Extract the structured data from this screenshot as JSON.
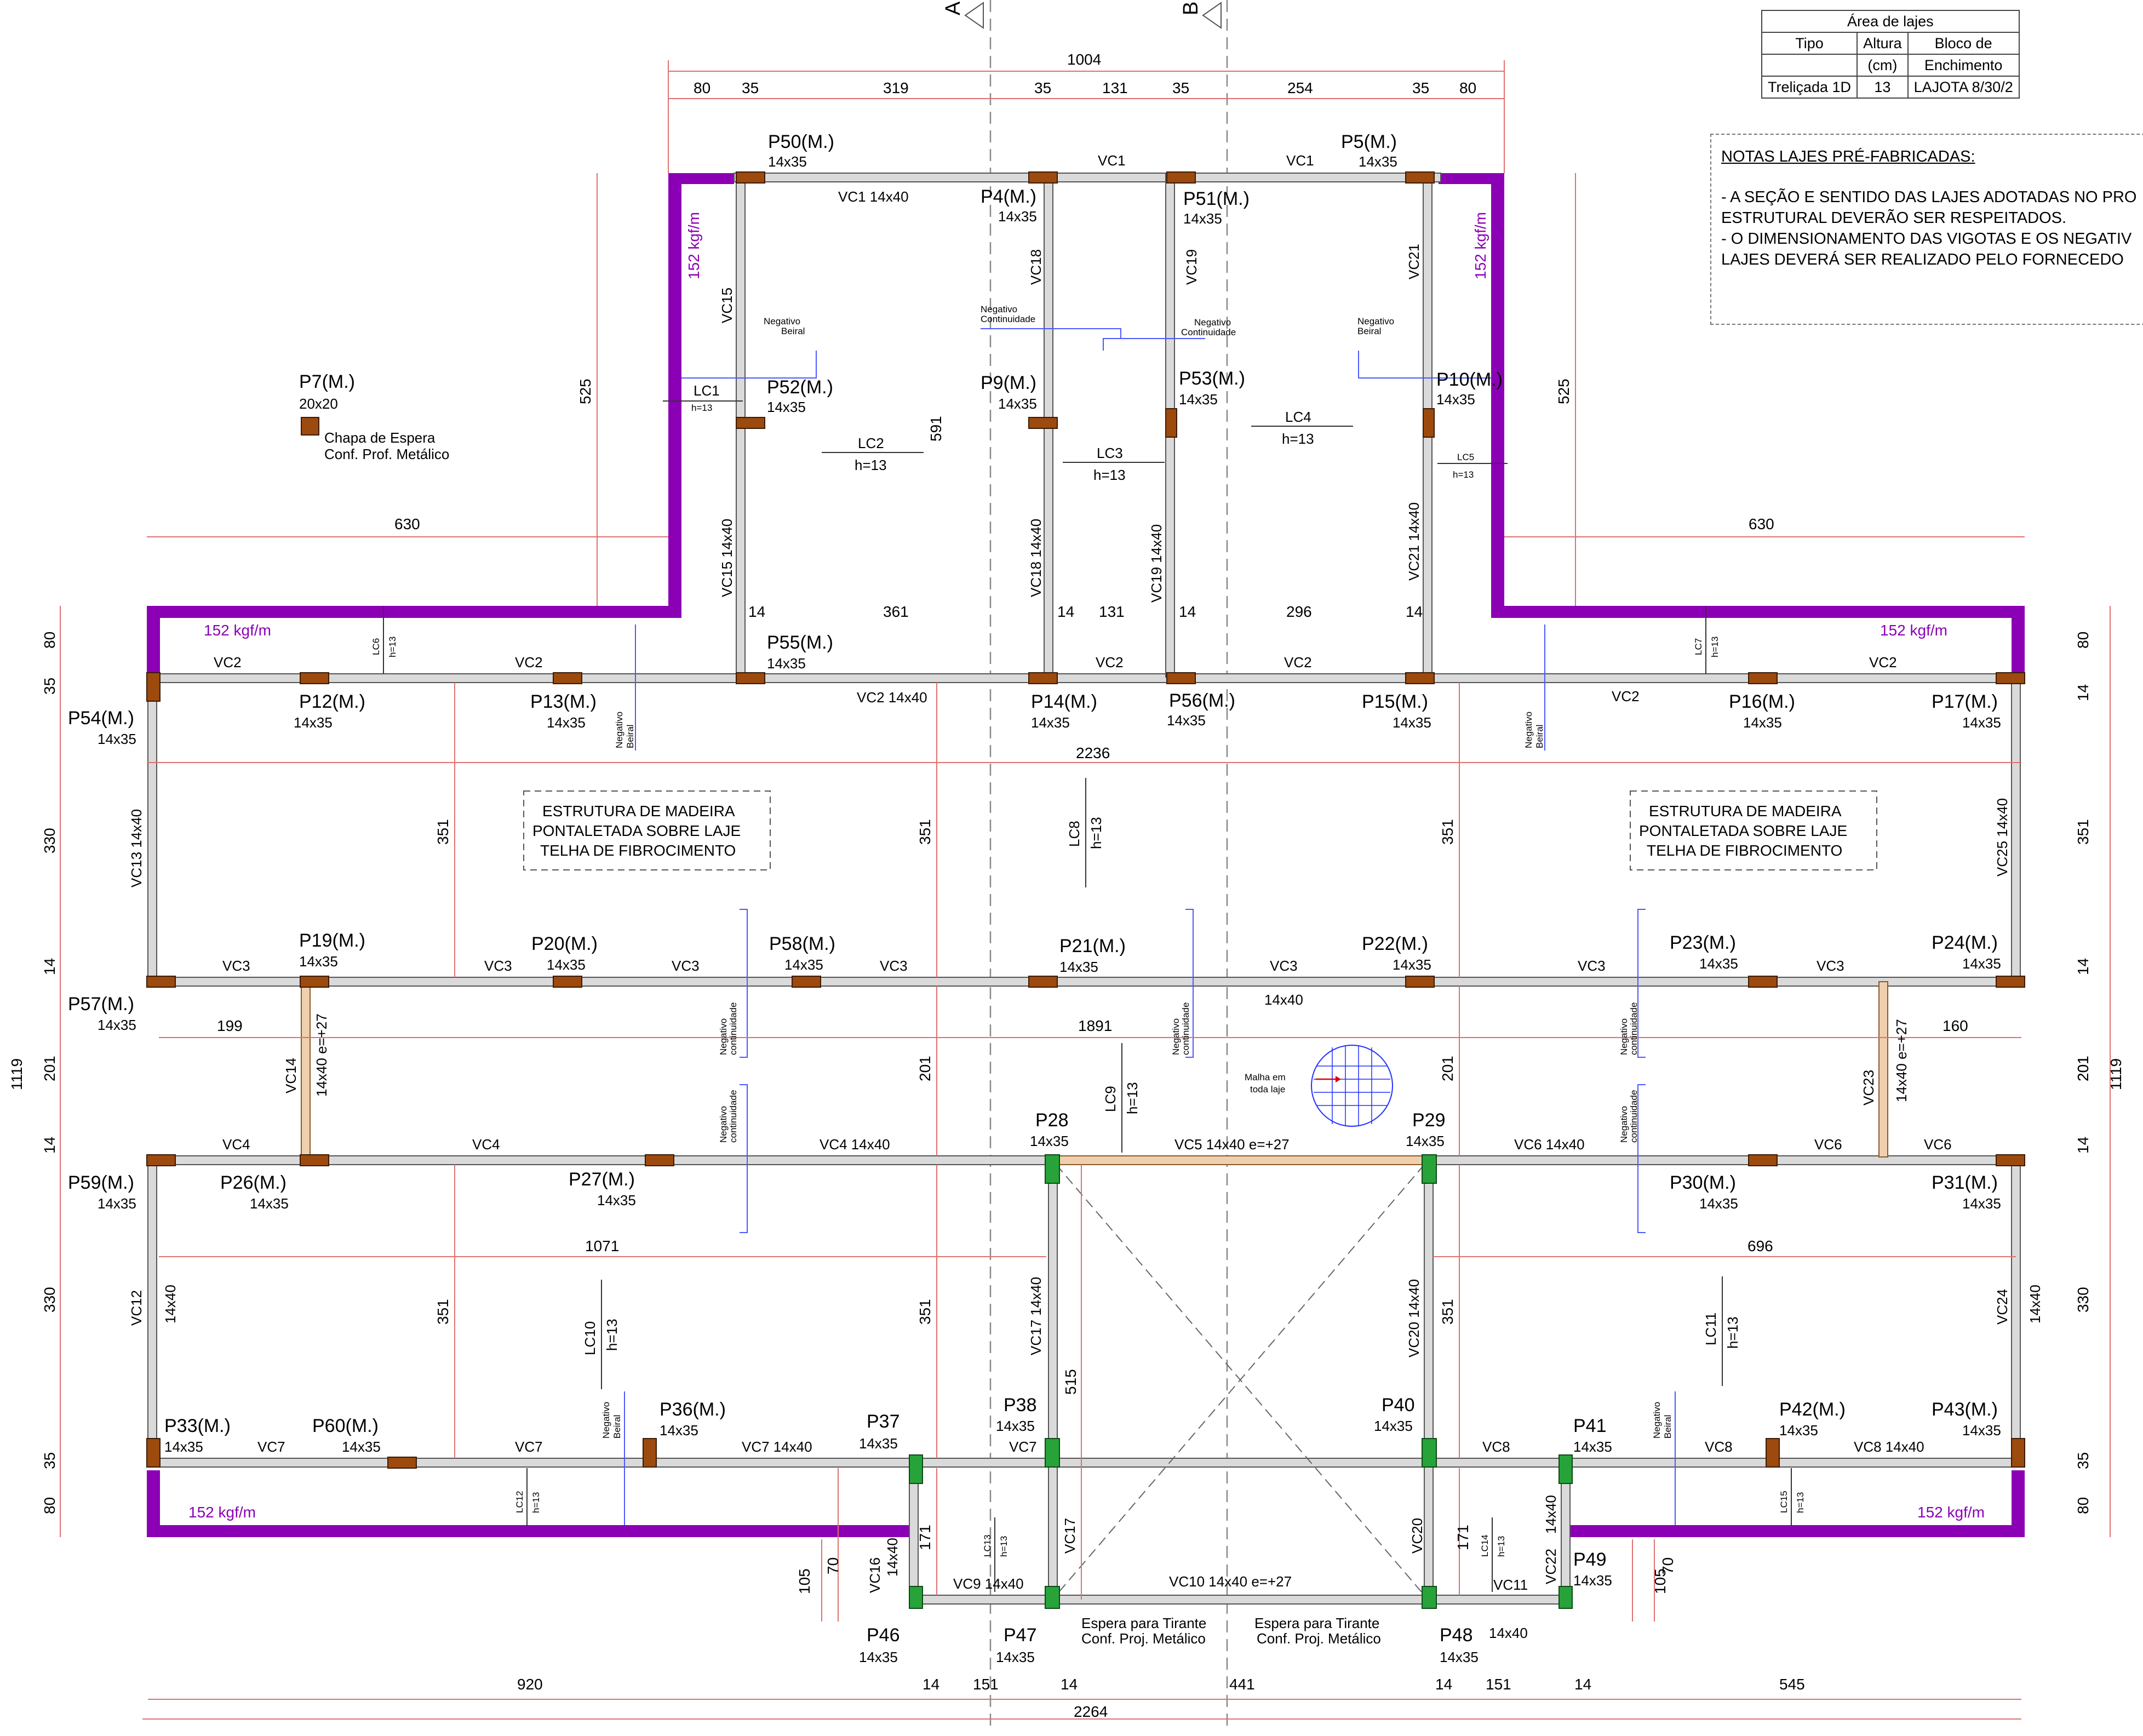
{
  "table": {
    "caption": "Área de lajes",
    "headers": [
      "Tipo",
      "Altura (cm)",
      "Bloco de Enchimento"
    ],
    "header_lines": [
      [
        "Tipo",
        "Altura",
        "Bloco de"
      ],
      [
        "",
        "(cm)",
        "Enchimento"
      ]
    ],
    "rows": [
      [
        "Treliçada 1D",
        "13",
        "LAJOTA 8/30/2"
      ]
    ]
  },
  "notes": {
    "title": "NOTAS LAJES PRÉ-FABRICADAS:",
    "lines": [
      "- A SEÇÃO E SENTIDO DAS LAJES ADOTADAS NO PRO",
      "  ESTRUTURAL DEVERÃO SER RESPEITADOS.",
      "- O DIMENSIONAMENTO DAS VIGOTAS E OS NEGATIV",
      "  LAJES DEVERÁ SER REALIZADO PELO FORNECEDO"
    ]
  },
  "axes": [
    {
      "label": "A"
    },
    {
      "label": "B"
    }
  ],
  "pillars": [
    {
      "name": "P50(M.)",
      "size": "14x35"
    },
    {
      "name": "P4(M.)",
      "size": "14x35"
    },
    {
      "name": "P51(M.)",
      "size": "14x35"
    },
    {
      "name": "P5(M.)",
      "size": "14x35"
    },
    {
      "name": "P52(M.)",
      "size": "14x35"
    },
    {
      "name": "P9(M.)",
      "size": "14x35"
    },
    {
      "name": "P53(M.)",
      "size": "14x35"
    },
    {
      "name": "P10(M.)",
      "size": "14x35"
    },
    {
      "name": "P7(M.)",
      "size": "20x20"
    },
    {
      "name": "P55(M.)",
      "size": "14x35"
    },
    {
      "name": "P54(M.)",
      "size": "14x35"
    },
    {
      "name": "P12(M.)",
      "size": "14x35"
    },
    {
      "name": "P13(M.)",
      "size": "14x35"
    },
    {
      "name": "P14(M.)",
      "size": "14x35"
    },
    {
      "name": "P56(M.)",
      "size": "14x35"
    },
    {
      "name": "P15(M.)",
      "size": "14x35"
    },
    {
      "name": "P16(M.)",
      "size": "14x35"
    },
    {
      "name": "P17(M.)",
      "size": "14x35"
    },
    {
      "name": "P19(M.)",
      "size": "14x35"
    },
    {
      "name": "P20(M.)",
      "size": "14x35"
    },
    {
      "name": "P58(M.)",
      "size": "14x35"
    },
    {
      "name": "P21(M.)",
      "size": "14x35"
    },
    {
      "name": "P22(M.)",
      "size": "14x35"
    },
    {
      "name": "P23(M.)",
      "size": "14x35"
    },
    {
      "name": "P24(M.)",
      "size": "14x35"
    },
    {
      "name": "P57(M.)",
      "size": "14x35"
    },
    {
      "name": "P28",
      "size": "14x35"
    },
    {
      "name": "P29",
      "size": "14x35"
    },
    {
      "name": "P59(M.)",
      "size": "14x35"
    },
    {
      "name": "P26(M.)",
      "size": "14x35"
    },
    {
      "name": "P27(M.)",
      "size": "14x35"
    },
    {
      "name": "P30(M.)",
      "size": "14x35"
    },
    {
      "name": "P31(M.)",
      "size": "14x35"
    },
    {
      "name": "P33(M.)",
      "size": "14x35"
    },
    {
      "name": "P60(M.)",
      "size": "14x35"
    },
    {
      "name": "P36(M.)",
      "size": "14x35"
    },
    {
      "name": "P37",
      "size": "14x35"
    },
    {
      "name": "P38",
      "size": "14x35"
    },
    {
      "name": "P40",
      "size": "14x35"
    },
    {
      "name": "P41",
      "size": "14x35"
    },
    {
      "name": "P42(M.)",
      "size": "14x35"
    },
    {
      "name": "P43(M.)",
      "size": "14x35"
    },
    {
      "name": "P49",
      "size": "14x35"
    },
    {
      "name": "P46",
      "size": "14x35"
    },
    {
      "name": "P47",
      "size": "14x35"
    },
    {
      "name": "P48",
      "size": "14x35"
    }
  ],
  "beams": [
    "VC1 14x40",
    "VC1",
    "VC1",
    "VC2",
    "VC2",
    "VC2 14x40",
    "VC2",
    "VC2",
    "VC2",
    "VC2",
    "VC3",
    "VC3",
    "VC3",
    "VC3",
    "VC3",
    "VC3",
    "VC3",
    "14x40",
    "VC4",
    "VC4",
    "VC4 14x40",
    "VC5 14x40 e=+27",
    "VC6 14x40",
    "VC6",
    "VC6",
    "VC7",
    "VC7",
    "VC7 14x40",
    "VC7",
    "VC8",
    "VC8",
    "VC8 14x40",
    "VC9 14x40",
    "VC10 14x40 e=+27",
    "VC11",
    "VC15",
    "VC15 14x40",
    "VC18",
    "VC18 14x40",
    "VC19",
    "VC19 14x40",
    "VC21",
    "VC21 14x40",
    "VC13 14x40",
    "VC25 14x40",
    "VC14",
    "14x40 e=+27",
    "VC23",
    "14x40 e=+27",
    "VC12",
    "14x40",
    "VC17 14x40",
    "VC20 14x40",
    "VC24",
    "14x40",
    "VC16",
    "14x40",
    "VC17",
    "VC20",
    "VC22",
    "14x40",
    "14x40"
  ],
  "slabs": [
    {
      "name": "LC1",
      "h": "h=13"
    },
    {
      "name": "LC2",
      "h": "h=13"
    },
    {
      "name": "LC3",
      "h": "h=13"
    },
    {
      "name": "LC4",
      "h": "h=13"
    },
    {
      "name": "LC5",
      "h": "h=13"
    },
    {
      "name": "LC6",
      "h": "h=13"
    },
    {
      "name": "LC7",
      "h": "h=13"
    },
    {
      "name": "LC8",
      "h": "h=13"
    },
    {
      "name": "LC9",
      "h": "h=13"
    },
    {
      "name": "LC10",
      "h": "h=13"
    },
    {
      "name": "LC11",
      "h": "h=13"
    },
    {
      "name": "LC12",
      "h": "h=13"
    },
    {
      "name": "LC13",
      "h": "h=13"
    },
    {
      "name": "LC14",
      "h": "h=13"
    },
    {
      "name": "LC15",
      "h": "h=13"
    }
  ],
  "loads": [
    "152 kgf/m",
    "152 kgf/m",
    "152 kgf/m",
    "152 kgf/m",
    "152 kgf/m",
    "152 kgf/m"
  ],
  "negatives": {
    "beiral": [
      "Negativo",
      "Beiral"
    ],
    "continuidade": [
      "Negativo",
      "Continuidade"
    ],
    "continuidade_lower": [
      "Negativo",
      "continuidade"
    ]
  },
  "callouts": {
    "madeira": [
      "ESTRUTURA DE MADEIRA",
      "PONTALETADA SOBRE LAJE",
      "TELHA DE FIBROCIMENTO"
    ],
    "chapa": [
      "Chapa de Espera",
      "Conf. Prof. Metálico"
    ],
    "tirante": [
      "Espera para Tirante",
      "Conf. Proj. Metálico"
    ],
    "malha": [
      "Malha em",
      "toda laje"
    ]
  },
  "dimensions": {
    "top_overall": "1004",
    "top_chain": [
      "80",
      "35",
      "319",
      "35",
      "131",
      "35",
      "254",
      "35",
      "80"
    ],
    "wing_widths": [
      "630",
      "630"
    ],
    "wing_heights": [
      "525",
      "525"
    ],
    "wing_inner": [
      "591",
      "361",
      "131",
      "296",
      "14"
    ],
    "span_2236": "2236",
    "span_1891": "1891",
    "span_199": "199",
    "span_160": "160",
    "span_1071": "1071",
    "span_696": "696",
    "span_515": "515",
    "small_171": "171",
    "small_70": "70",
    "small_105": "105",
    "side_chain_left": [
      "80",
      "35",
      "330",
      "14",
      "201",
      "14",
      "330",
      "35",
      "80"
    ],
    "side_total": "1119",
    "inner_vertical": [
      "351",
      "351",
      "351",
      "351",
      "201",
      "201",
      "201",
      "351",
      "351",
      "351"
    ],
    "bottom_chain": [
      "920",
      "14",
      "151",
      "14",
      "441",
      "14",
      "151",
      "14",
      "545"
    ],
    "bottom_overall": "2264",
    "fourteen": "14"
  }
}
